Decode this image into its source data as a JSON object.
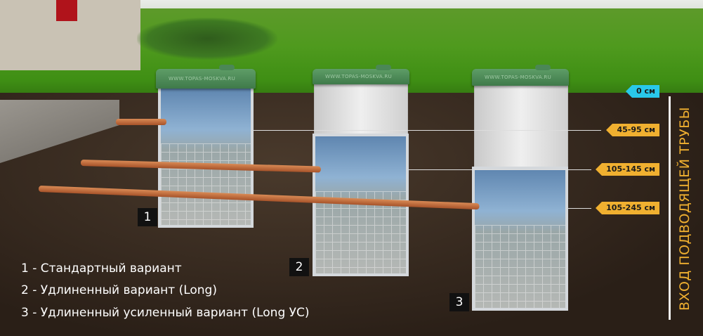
{
  "lid_text": "WWW.TOPAS-MOSKVA.RU",
  "tanks": [
    {
      "number": "1"
    },
    {
      "number": "2"
    },
    {
      "number": "3"
    }
  ],
  "depth_tags": [
    {
      "label": "0 см",
      "color": "#29c8ea"
    },
    {
      "label": "45-95 см",
      "color": "#f0b030"
    },
    {
      "label": "105-145 см",
      "color": "#f0b030"
    },
    {
      "label": "105-245 см",
      "color": "#f0b030"
    }
  ],
  "axis_title": "ВХОД ПОДВОДЯЩЕЙ ТРУБЫ",
  "legend": [
    "1 - Стандартный вариант",
    "2 - Удлиненный вариант (Long)",
    "3 - Удлиненный усиленный вариант (Long УС)"
  ]
}
